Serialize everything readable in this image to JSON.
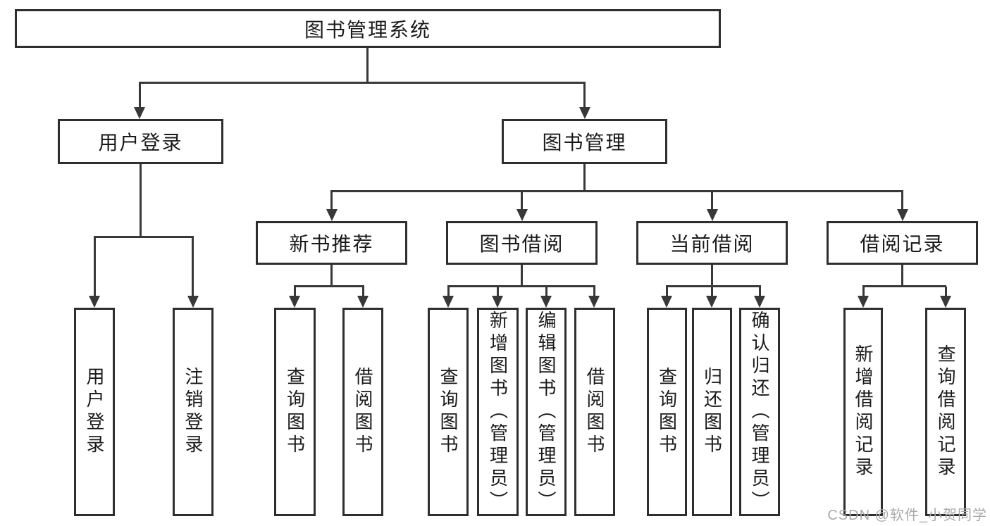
{
  "tree": {
    "root": {
      "label": "图书管理系统"
    },
    "branches": [
      {
        "label": "用户登录",
        "leaves": [
          "用户登录",
          "注销登录"
        ]
      },
      {
        "label": "图书管理",
        "groups": [
          {
            "label": "新书推荐",
            "leaves": [
              "查询图书",
              "借阅图书"
            ]
          },
          {
            "label": "图书借阅",
            "leaves": [
              "查询图书",
              "新增图书（管理员）",
              "编辑图书（管理员）",
              "借阅图书"
            ]
          },
          {
            "label": "当前借阅",
            "leaves": [
              "查询图书",
              "归还图书",
              "确认归还（管理员）"
            ]
          },
          {
            "label": "借阅记录",
            "leaves": [
              "新增借阅记录",
              "查询借阅记录"
            ]
          }
        ]
      }
    ]
  },
  "watermark": "CSDN @软件_小贺同学",
  "colors": {
    "line": "#383838",
    "border": "#2e2e2e",
    "text": "#1a1a1a",
    "watermark": "#a9a9a9",
    "background": "#ffffff"
  }
}
